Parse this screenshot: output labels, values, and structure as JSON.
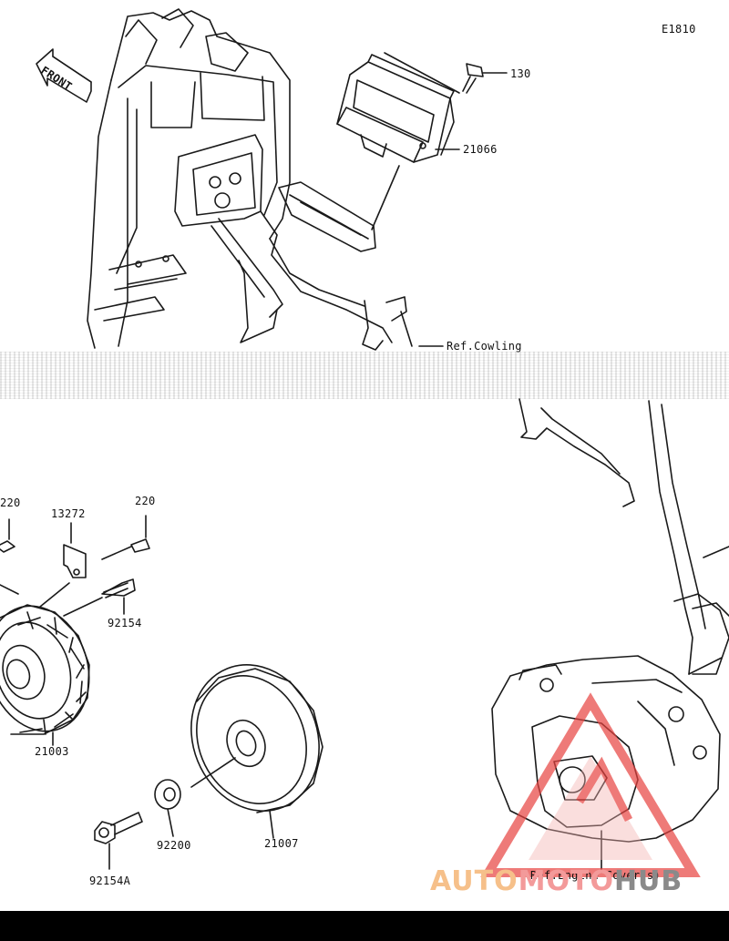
{
  "diagram": {
    "code": "E1810",
    "front_label": "FRONT",
    "parts": {
      "p130": "130",
      "p21066": "21066",
      "ref_cowling": "Ref.Cowling",
      "p220_left": "220",
      "p13272": "13272",
      "p220_right": "220",
      "p92154": "92154",
      "p21003": "21003",
      "p92200": "92200",
      "p21007": "21007",
      "p92154A": "92154A",
      "ref_engine_cover": "Ref.Engine Cover(s)"
    }
  },
  "watermark": {
    "part1": "AUTO",
    "part2": "MOTO",
    "part3": "HUB"
  },
  "colors": {
    "line": "#1a1a1a",
    "watermark_red": "#e8423f"
  }
}
